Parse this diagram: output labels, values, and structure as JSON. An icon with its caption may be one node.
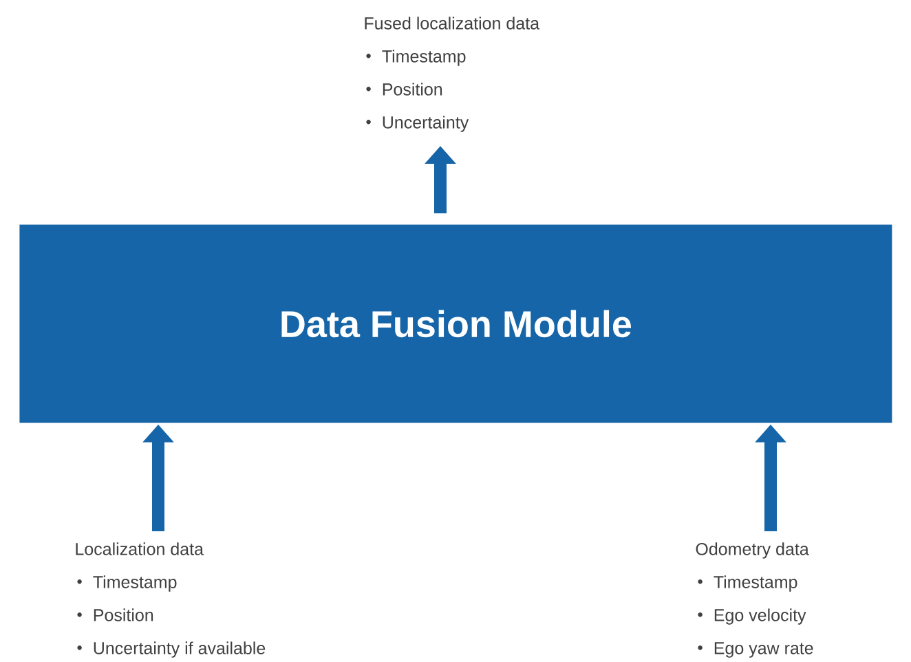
{
  "diagram": {
    "nodes": [
      {
        "text": [
          "Data Fusion Module"
        ]
      },
      {
        "text": [
          "Fused localization data",
          "Timestamp",
          "Position",
          "Uncertainty"
        ]
      },
      {
        "text": [
          "Localization data",
          "Timestamp",
          "Position",
          "Uncertainty if available"
        ]
      },
      {
        "text": [
          "Odometry data",
          "Timestamp",
          "Ego velocity",
          "Ego yaw rate"
        ]
      }
    ],
    "edges": [
      {
        "from": 0,
        "to": 1,
        "arrow": "to"
      },
      {
        "from": 2,
        "to": 0,
        "arrow": "to"
      },
      {
        "from": 3,
        "to": 0,
        "arrow": "to"
      }
    ]
  }
}
